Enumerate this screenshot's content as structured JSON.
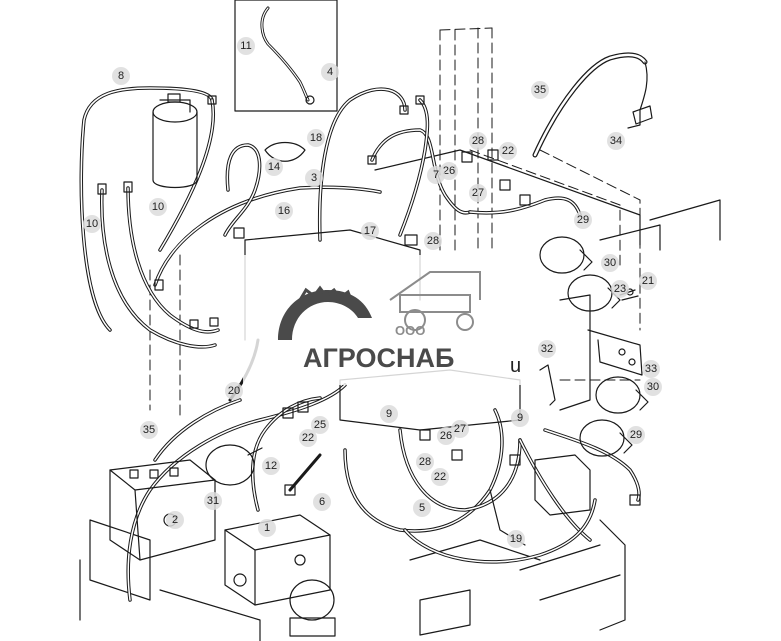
{
  "watermark": {
    "prefix": "ООО",
    "brand": "АГРОСНАБ",
    "suffix": "u"
  },
  "callouts": {
    "c1": "1",
    "c2": "2",
    "c3": "3",
    "c4": "4",
    "c5": "5",
    "c6": "6",
    "c7": "7",
    "c8": "8",
    "c9a": "9",
    "c9b": "9",
    "c10a": "10",
    "c10b": "10",
    "c11": "11",
    "c12": "12",
    "c14": "14",
    "c16": "16",
    "c17": "17",
    "c18": "18",
    "c19": "19",
    "c20": "20",
    "c21": "21",
    "c22a": "22",
    "c22b": "22",
    "c22c": "22",
    "c23": "23",
    "c25": "25",
    "c26a": "26",
    "c26b": "26",
    "c27a": "27",
    "c27b": "27",
    "c28a": "28",
    "c28b": "28",
    "c28c": "28",
    "c29a": "29",
    "c29b": "29",
    "c30a": "30",
    "c30b": "30",
    "c31": "31",
    "c32": "32",
    "c33": "33",
    "c34": "34",
    "c35a": "35",
    "c35b": "35"
  },
  "colors": {
    "line": "#1a1a1a",
    "callout_fill": "#dcdcdc",
    "watermark_brand": "#4a4a4a",
    "watermark_gray": "#8c8c8c"
  }
}
